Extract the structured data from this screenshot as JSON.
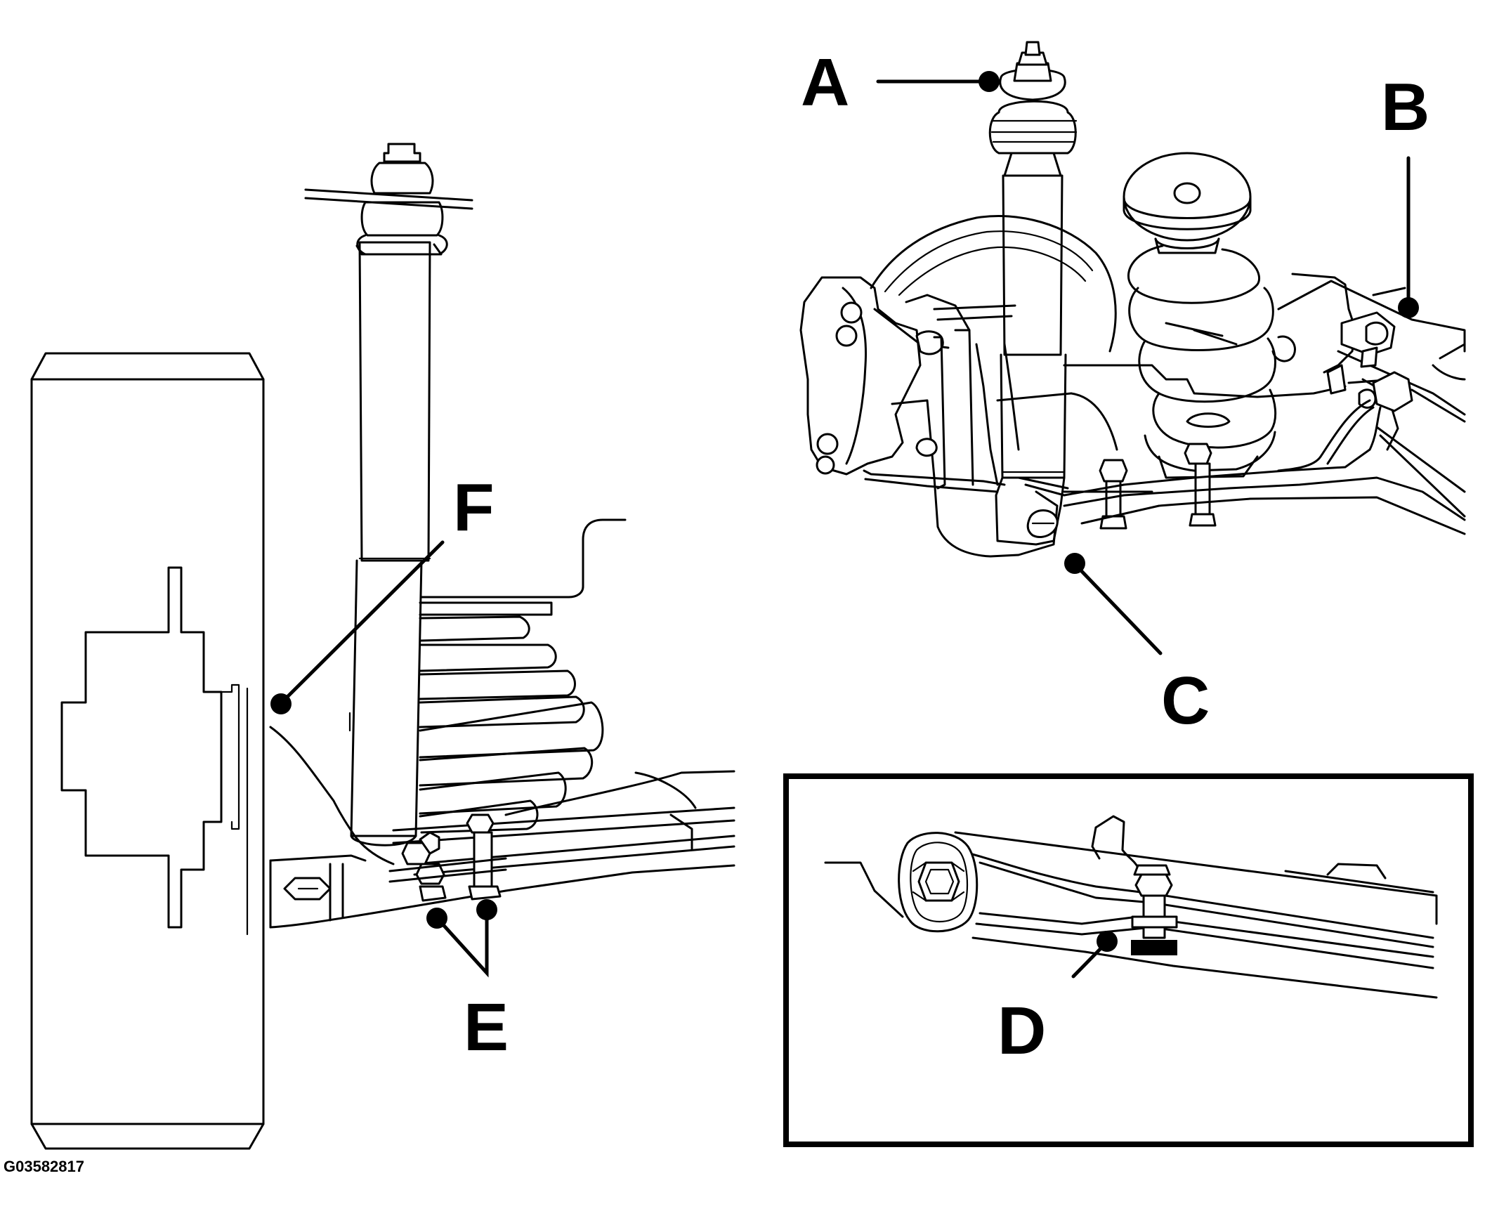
{
  "callouts": {
    "a": "A",
    "b": "B",
    "c": "C",
    "d": "D",
    "e": "E",
    "f": "F"
  },
  "figure_id": "G03582817"
}
